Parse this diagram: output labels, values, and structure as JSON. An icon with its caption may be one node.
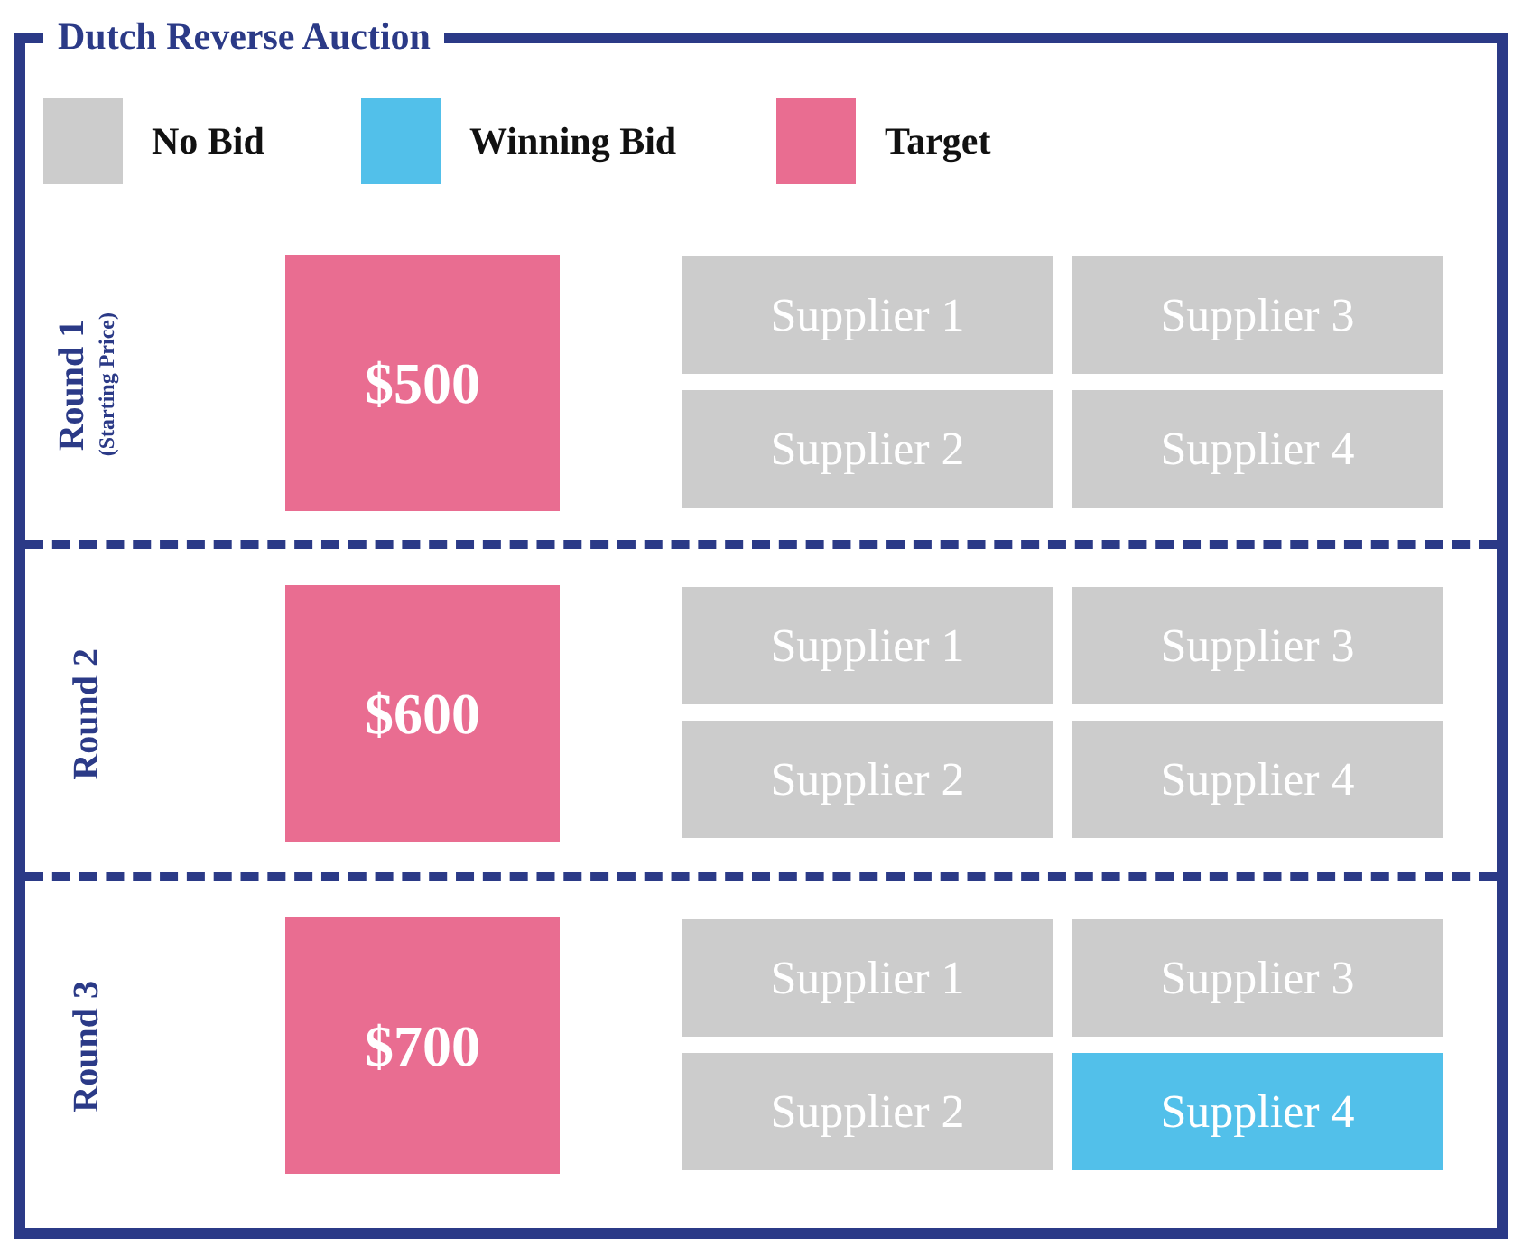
{
  "diagram": {
    "title": "Dutch Reverse Auction",
    "nodes": [
      {
        "text": [
          "Round 1",
          "(Starting Price)"
        ]
      },
      {
        "text": [
          "$500"
        ],
        "in": 0
      },
      {
        "text": [
          "Supplier 1"
        ],
        "in": 0
      },
      {
        "text": [
          "Supplier 3"
        ],
        "in": 0
      },
      {
        "text": [
          "Supplier 2"
        ],
        "in": 0
      },
      {
        "text": [
          "Supplier 4"
        ],
        "in": 0
      },
      {
        "text": [
          "Round 2"
        ]
      },
      {
        "text": [
          "$600"
        ],
        "in": 6
      },
      {
        "text": [
          "Supplier 1"
        ],
        "in": 6
      },
      {
        "text": [
          "Supplier 3"
        ],
        "in": 6
      },
      {
        "text": [
          "Supplier 2"
        ],
        "in": 6
      },
      {
        "text": [
          "Supplier 4"
        ],
        "in": 6
      },
      {
        "text": [
          "Round 3"
        ]
      },
      {
        "text": [
          "$700"
        ],
        "in": 12
      },
      {
        "text": [
          "Supplier 1"
        ],
        "in": 12
      },
      {
        "text": [
          "Supplier 3"
        ],
        "in": 12
      },
      {
        "text": [
          "Supplier 2"
        ],
        "in": 12
      },
      {
        "text": [
          "Supplier 4"
        ],
        "in": 12
      }
    ],
    "edges": [],
    "legend": [
      {
        "text": "No Bid",
        "color": "#cccccc"
      },
      {
        "text": "Winning Bid",
        "color": "#52c0ea"
      },
      {
        "text": "Target",
        "color": "#e96d91"
      }
    ]
  }
}
